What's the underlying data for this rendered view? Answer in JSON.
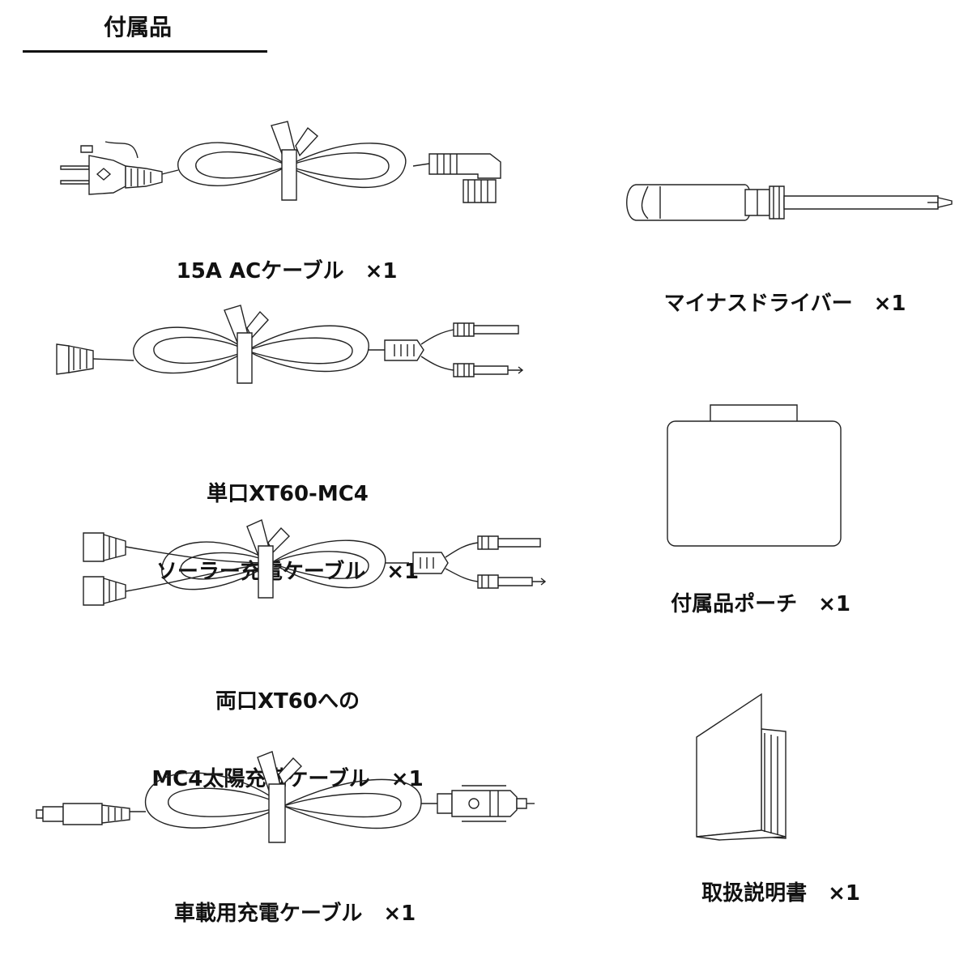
{
  "heading": "付属品",
  "items": [
    {
      "id": "ac",
      "caption_lines": [
        "15A ACケーブル　×1"
      ],
      "icon": "ac-cable-icon"
    },
    {
      "id": "sg",
      "caption_lines": [
        "単口XT60-MC4",
        "ソーラー充電ケーブル　×1"
      ],
      "icon": "solar-cable-single-icon"
    },
    {
      "id": "dx",
      "caption_lines": [
        "両口XT60への",
        "MC4太陽充満ケーブル　×1"
      ],
      "icon": "solar-cable-dual-icon"
    },
    {
      "id": "car",
      "caption_lines": [
        "車載用充電ケーブル　×1"
      ],
      "icon": "car-charger-cable-icon"
    },
    {
      "id": "sd",
      "caption_lines": [
        "マイナスドライバー　×1"
      ],
      "icon": "screwdriver-icon"
    },
    {
      "id": "pc",
      "caption_lines": [
        "付属品ポーチ　×1"
      ],
      "icon": "pouch-icon"
    },
    {
      "id": "mn",
      "caption_lines": [
        "取扱説明書　×1"
      ],
      "icon": "manual-icon"
    }
  ]
}
